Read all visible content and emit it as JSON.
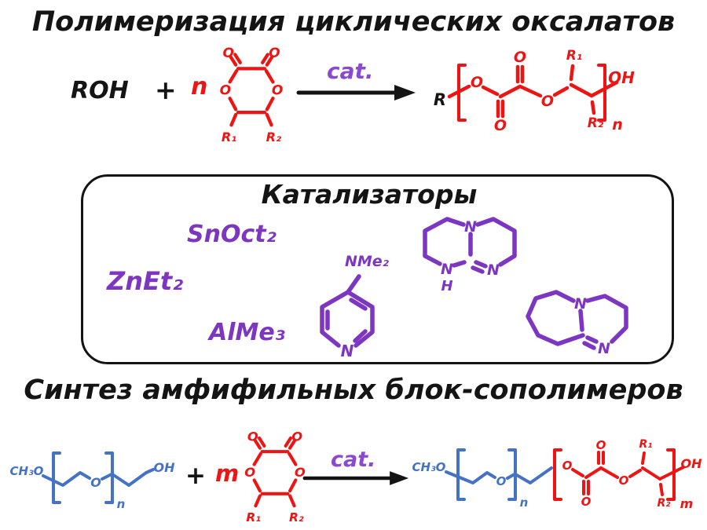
{
  "colors": {
    "ink": "#141414",
    "red": "#ee1414",
    "blue": "#4472c4",
    "purple": "#7c36c1",
    "purple_light": "#8a49d3"
  },
  "header": {
    "title1": "Полимеризация циклических оксалатов",
    "title2": "Синтез амфифильных блок-сополимеров"
  },
  "rxn1": {
    "alcohol": "ROH",
    "plus": "+",
    "coeff": "n",
    "cat": "cat.",
    "monomer": {
      "oTopL": "O",
      "oTopR": "O",
      "oL": "O",
      "oR": "O",
      "r1": "R₁",
      "r2": "R₂"
    },
    "product": {
      "r": "R",
      "o1": "O",
      "oDown": "O",
      "oUp": "O",
      "oEster": "O",
      "r1": "R₁",
      "r2": "R₂",
      "oh": "OH",
      "sub": "n"
    }
  },
  "catalysts": {
    "title": "Катализаторы",
    "snoct": "SnOct₂",
    "znet": "ZnEt₂",
    "alme": "AlMe₃",
    "dmap": {
      "nme2": "NMe₂",
      "n": "N"
    },
    "tbd": {
      "nTop": "N",
      "nLeft": "N",
      "h": "H",
      "nRight": "N"
    },
    "dbu": {
      "nTop": "N",
      "nBottom": "N"
    }
  },
  "rxn2": {
    "plus": "+",
    "coeff": "m",
    "cat": "cat.",
    "mpeg": {
      "ch3o": "CH₃O",
      "o": "O",
      "sub": "n",
      "oh": "OH"
    },
    "monomer": {
      "oTopL": "O",
      "oTopR": "O",
      "oL": "O",
      "oR": "O",
      "r1": "R₁",
      "r2": "R₂"
    },
    "product": {
      "ch3o": "CH₃O",
      "oPeg": "O",
      "subN": "n",
      "o1": "O",
      "oDown": "O",
      "oUp": "O",
      "oEster": "O",
      "r1": "R₁",
      "r2": "R₂",
      "oh": "OH",
      "subM": "m"
    }
  }
}
